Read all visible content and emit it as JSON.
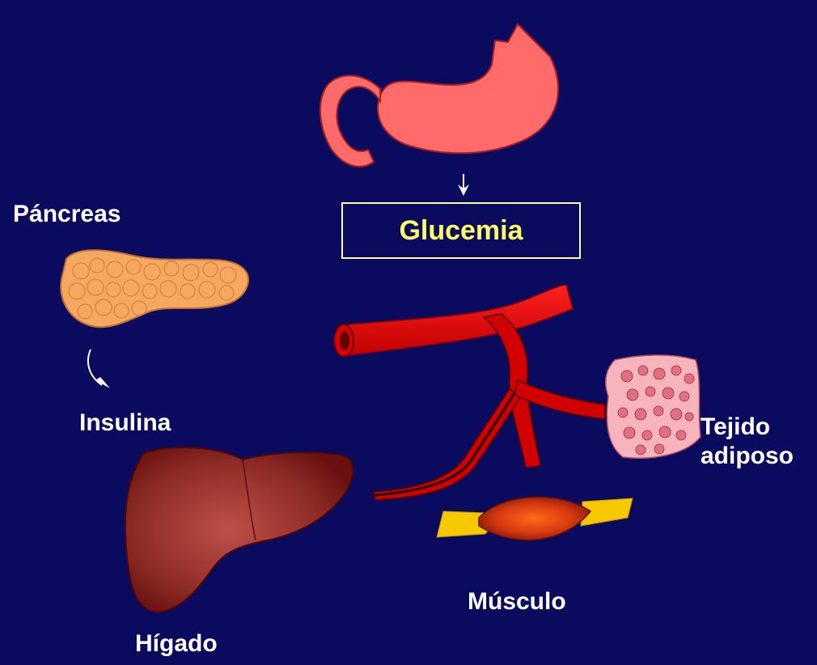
{
  "background_color": "#0a0a5e",
  "labels": {
    "pancreas": "Páncreas",
    "insulina": "Insulina",
    "higado": "Hígado",
    "musculo": "Músculo",
    "tejido_line1": "Tejido",
    "tejido_line2": "adiposo"
  },
  "glucemia": {
    "label": "Glucemia",
    "text_color": "#ffff66",
    "border_color": "#ffff99"
  },
  "icons": {
    "stomach": "stomach-icon",
    "pancreas": "pancreas-icon",
    "liver": "liver-icon",
    "blood_vessel": "blood-vessel-icon",
    "muscle": "muscle-icon",
    "adipose": "adipose-tissue-icon"
  },
  "colors": {
    "stomach": "#ff6a6a",
    "pancreas": "#f0a060",
    "liver": "#8b2020",
    "vessel": "#ee0000",
    "muscle": "#e04010",
    "tendon": "#f5c800",
    "adipose": "#f5a0a8"
  }
}
